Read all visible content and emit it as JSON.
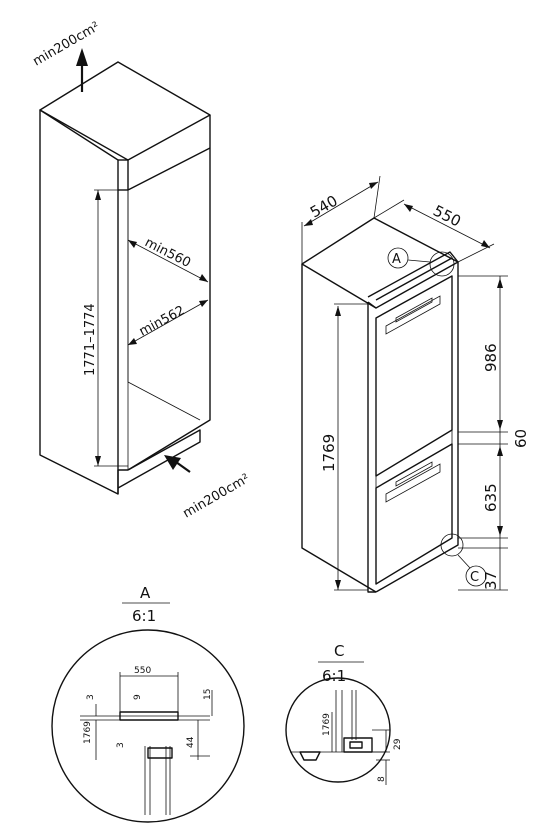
{
  "cabinet": {
    "vent_top": "min200cm²",
    "vent_bottom": "min200cm²",
    "height_range": "1771–1774",
    "width_upper": "min560",
    "width_lower": "min562"
  },
  "appliance": {
    "width": "540",
    "depth": "550",
    "height": "1769",
    "upper_door": "986",
    "gap": "60",
    "lower_door": "635",
    "base": "37",
    "callout_a": "A",
    "callout_c": "C"
  },
  "detail_a": {
    "title": "A",
    "scale": "6:1",
    "dim_550": "550",
    "dim_3_top": "3",
    "dim_9": "9",
    "dim_15": "15",
    "dim_1769": "1769",
    "dim_3_bottom": "3",
    "dim_44": "44"
  },
  "detail_c": {
    "title": "C",
    "scale": "6:1",
    "dim_1769": "1769",
    "dim_29": "29",
    "dim_8": "8"
  }
}
